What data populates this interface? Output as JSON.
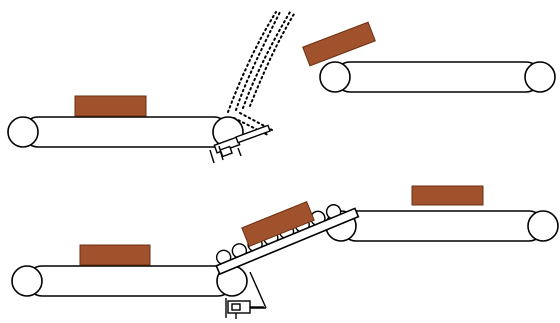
{
  "diagram": {
    "colors": {
      "line": "#000000",
      "box_fill": "#a0522d",
      "box_stroke": "#6b2f12",
      "background": "#ffffff"
    },
    "panels": [
      {
        "id": "top",
        "elements": [
          "conveyor-left",
          "conveyor-right",
          "box-on-left",
          "box-falling",
          "nozzle",
          "spray-stream"
        ]
      },
      {
        "id": "bottom",
        "elements": [
          "conveyor-left",
          "conveyor-right",
          "box-on-left",
          "box-on-right",
          "roller-ramp",
          "box-on-ramp",
          "actuator"
        ]
      }
    ]
  }
}
